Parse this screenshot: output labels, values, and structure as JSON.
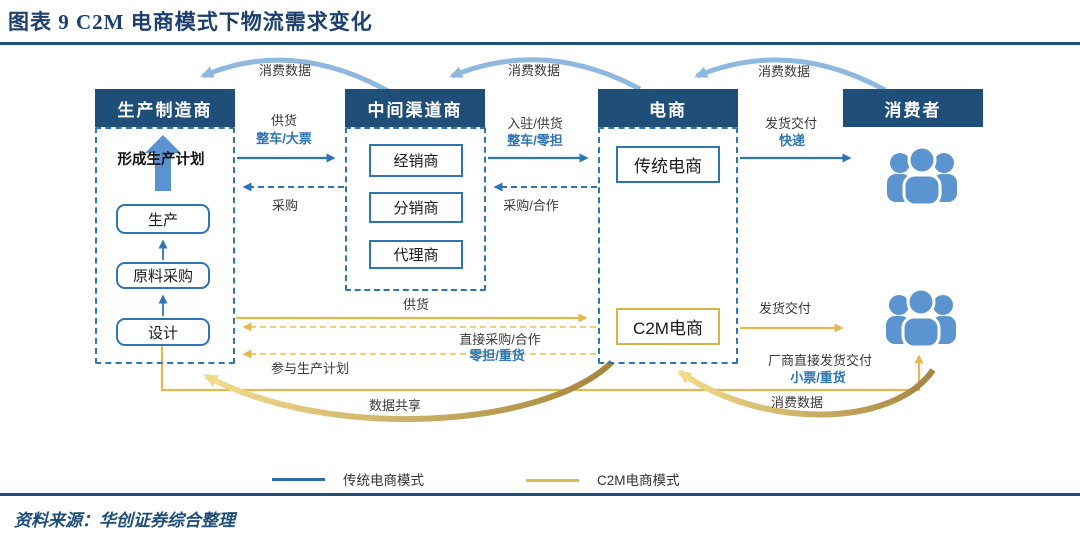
{
  "figure": {
    "title": "图表 9  C2M 电商模式下物流需求变化",
    "source": "资料来源：华创证券综合整理"
  },
  "columns": {
    "manufacturer": {
      "header": "生产制造商",
      "plan": "形成生产计划",
      "steps": [
        "生产",
        "原料采购",
        "设计"
      ]
    },
    "middleman": {
      "header": "中间渠道商",
      "items": [
        "经销商",
        "分销商",
        "代理商"
      ]
    },
    "ecommerce": {
      "header": "电商",
      "traditional": "传统电商",
      "c2m": "C2M电商"
    },
    "consumer": {
      "header": "消费者"
    }
  },
  "labels": {
    "consumer_data_top_1": "消费数据",
    "consumer_data_top_2": "消费数据",
    "consumer_data_top_3": "消费数据",
    "supply_1": "供货",
    "mode_ftl_bulk": "整车/大票",
    "purchase": "采购",
    "entry_supply": "入驻/供货",
    "mode_ftl_ltl": "整车/零担",
    "purchase_coop": "采购/合作",
    "delivery_1": "发货交付",
    "mode_express": "快递",
    "supply_2": "供货",
    "direct_purchase": "直接采购/合作",
    "mode_ltl_heavy": "零担/重货",
    "join_plan": "参与生产计划",
    "delivery_2": "发货交付",
    "direct_delivery": "厂商直接发货交付",
    "mode_small_heavy": "小票/重货",
    "data_share": "数据共享",
    "consumer_data_bottom": "消费数据"
  },
  "legend": [
    {
      "label": "传统电商模式",
      "color": "#2e6da4"
    },
    {
      "label": "C2M电商模式",
      "color": "#e2ba50"
    }
  ],
  "colors": {
    "header_bg": "#1f4e79",
    "blue_line": "#2e75b6",
    "gold_line": "#e2ba50",
    "light_blue_arc": "#8fb8de",
    "title_navy": "#1c3f6e"
  }
}
